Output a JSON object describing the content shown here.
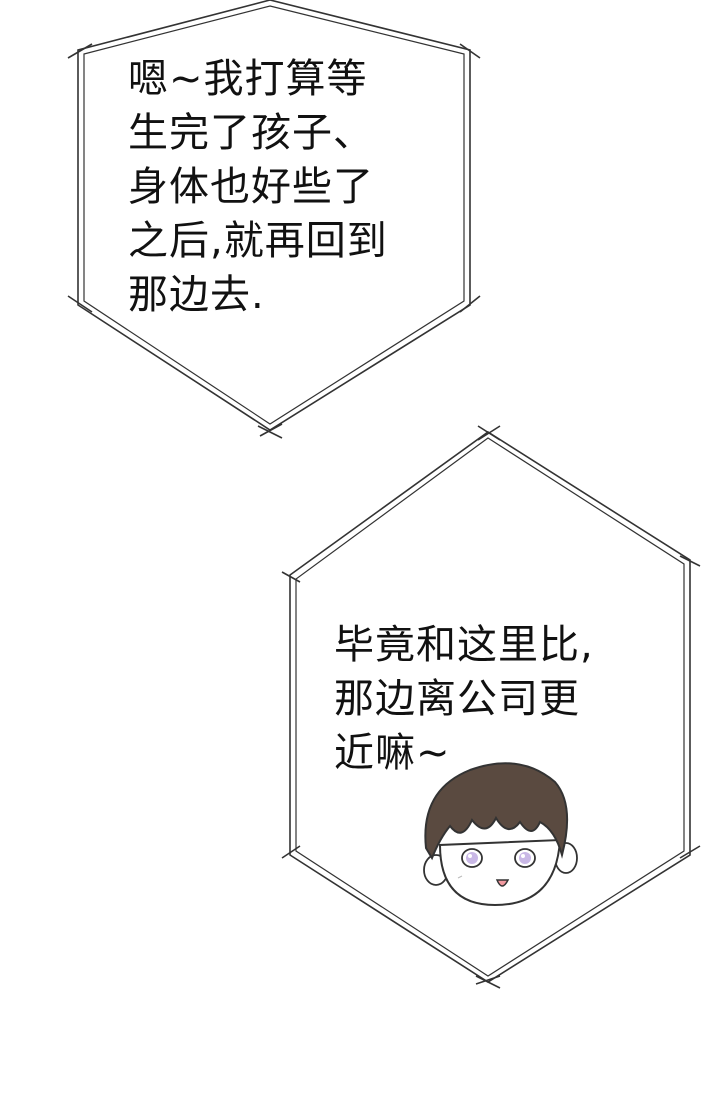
{
  "bubbles": [
    {
      "lines": [
        "嗯~我打算等",
        "生完了孩子、",
        "身体也好些了",
        "之后,就再回到",
        "那边去."
      ]
    },
    {
      "lines": [
        "毕竟和这里比,",
        "那边离公司更",
        "近嘛~"
      ]
    }
  ],
  "character": {
    "icon": "chibi-boy-face-icon"
  },
  "colors": {
    "text": "#111111",
    "line": "#333333",
    "hair": "#5a4a40",
    "eye": "#c9b8e6"
  }
}
